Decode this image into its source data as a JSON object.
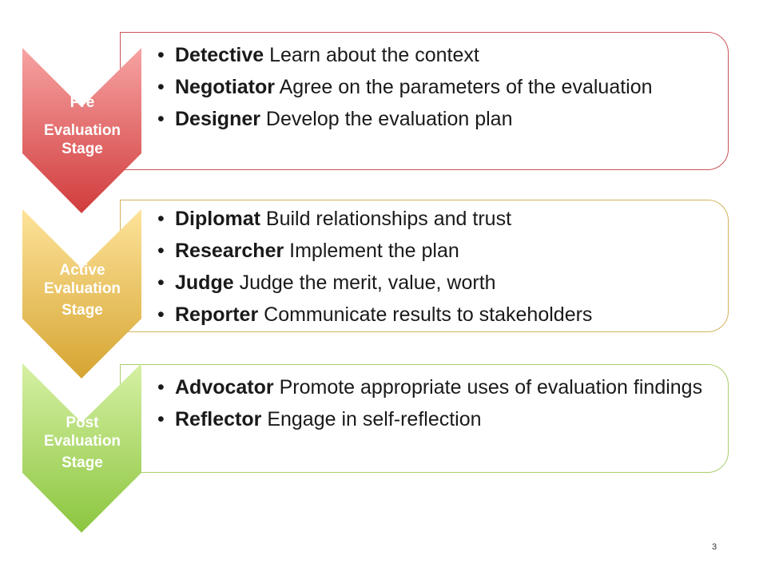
{
  "stages": [
    {
      "label_lines": [
        "Pre",
        "Evaluation",
        "Stage"
      ],
      "color_top": "#f7a3a3",
      "color_bottom": "#d13c3c",
      "border": "#c9545a",
      "items": [
        {
          "role": "Detective",
          "desc": " Learn about the context"
        },
        {
          "role": "Negotiator",
          "desc": " Agree on the parameters of the evaluation"
        },
        {
          "role": "Designer",
          "desc": " Develop the evaluation plan"
        }
      ]
    },
    {
      "label_lines": [
        "Active",
        "Evaluation",
        "Stage"
      ],
      "color_top": "#fde39a",
      "color_bottom": "#d6a532",
      "border": "#d4b25c",
      "items": [
        {
          "role": "Diplomat",
          "desc": " Build relationships and trust"
        },
        {
          "role": "Researcher",
          "desc": " Implement the plan"
        },
        {
          "role": "Judge",
          "desc": " Judge the merit, value, worth"
        },
        {
          "role": "Reporter",
          "desc": " Communicate results to stakeholders"
        }
      ]
    },
    {
      "label_lines": [
        "Post",
        "Evaluation",
        "Stage"
      ],
      "color_top": "#d6f0a4",
      "color_bottom": "#8cc63f",
      "border": "#a8cf6a",
      "items": [
        {
          "role": "Advocator",
          "desc": " Promote appropriate uses of evaluation findings"
        },
        {
          "role": "Reflector",
          "desc": " Engage in self-reflection"
        }
      ]
    }
  ],
  "page_number": "3"
}
